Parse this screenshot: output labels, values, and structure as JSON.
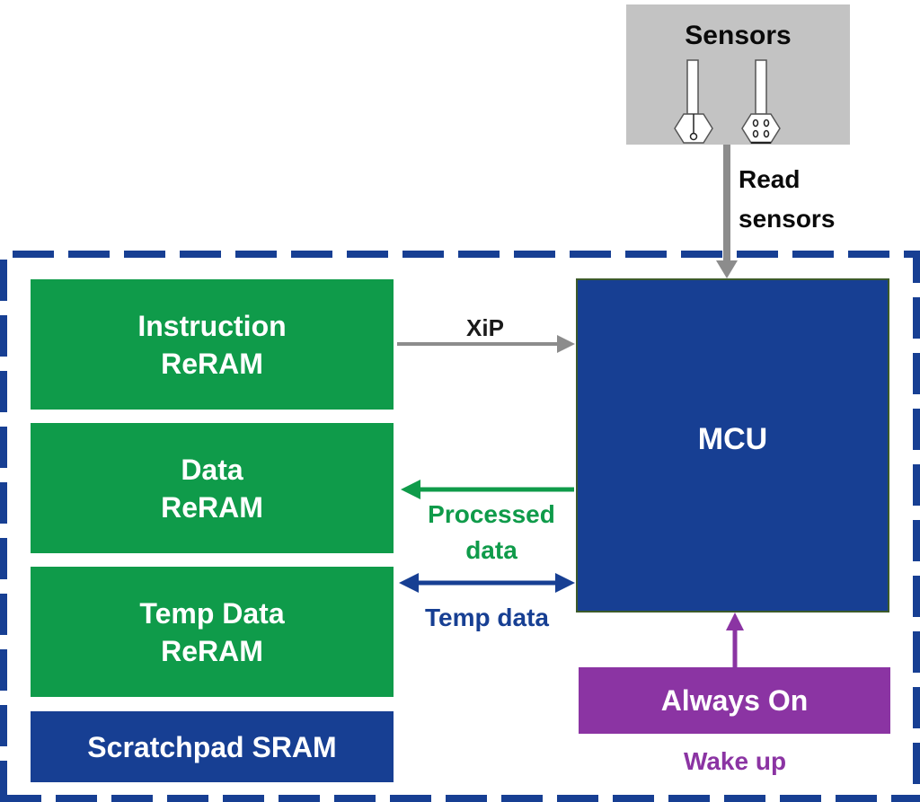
{
  "colors": {
    "memory_block": "#0f9b4a",
    "mcu_block": "#173f93",
    "sram_block": "#173f93",
    "always_on_block": "#8b34a3",
    "sensors_box": "#c3c3c3",
    "boundary_dashed": "#173f93",
    "arrow_gray": "#8c8c8c",
    "arrow_green": "#0f9b4a",
    "arrow_blue": "#173f93",
    "arrow_purple": "#8b34a3"
  },
  "sensors": {
    "title": "Sensors",
    "icons": [
      "temperature-probe-icon",
      "humidity-probe-icon"
    ]
  },
  "blocks": {
    "instruction_reram": {
      "line1": "Instruction",
      "line2": "ReRAM"
    },
    "data_reram": {
      "line1": "Data",
      "line2": "ReRAM"
    },
    "temp_data_reram": {
      "line1": "Temp Data",
      "line2": "ReRAM"
    },
    "scratchpad_sram": {
      "label": "Scratchpad SRAM"
    },
    "mcu": {
      "label": "MCU"
    },
    "always_on": {
      "label": "Always On"
    }
  },
  "edges": {
    "read_sensors": {
      "line1": "Read",
      "line2": "sensors",
      "from": "Sensors",
      "to": "MCU"
    },
    "xip": {
      "label": "XiP",
      "from": "Instruction ReRAM",
      "to": "MCU"
    },
    "processed_data": {
      "line1": "Processed",
      "line2": "data",
      "from": "MCU",
      "to": "Data ReRAM"
    },
    "temp_data": {
      "label": "Temp data",
      "from": "MCU",
      "to": "Temp Data ReRAM",
      "bidirectional": true
    },
    "wake_up": {
      "label": "Wake up",
      "from": "Always On",
      "to": "MCU"
    }
  }
}
